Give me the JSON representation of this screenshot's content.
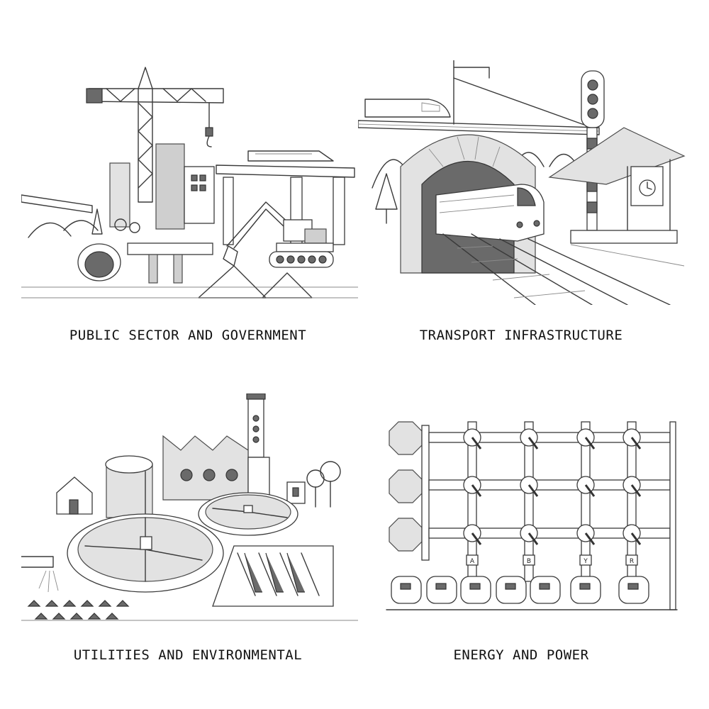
{
  "panels": [
    {
      "caption": "PUBLIC SECTOR AND GOVERNMENT",
      "icon": "construction-site-sketch"
    },
    {
      "caption": "TRANSPORT INFRASTRUCTURE",
      "icon": "railway-tunnel-sketch"
    },
    {
      "caption": "UTILITIES AND ENVIRONMENTAL",
      "icon": "water-treatment-plant-sketch"
    },
    {
      "caption": "ENERGY AND POWER",
      "icon": "switchgear-grid-sketch"
    }
  ],
  "switchgear_labels": [
    "A",
    "B",
    "Y",
    "R"
  ]
}
